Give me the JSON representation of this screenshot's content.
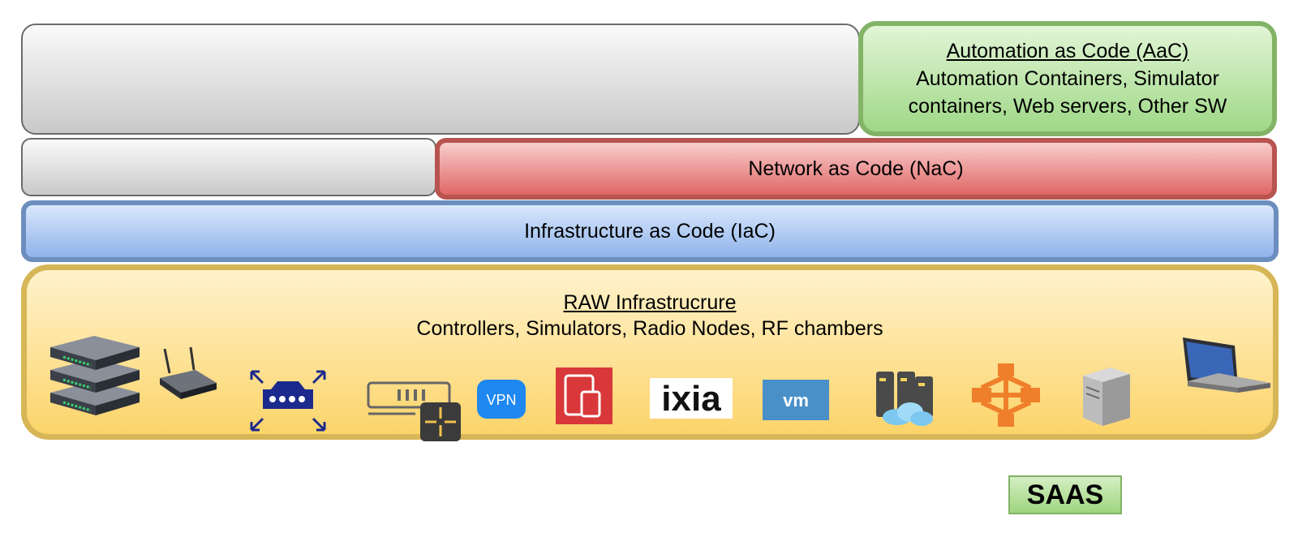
{
  "layers": {
    "aac": {
      "title": "Automation as Code (AaC)",
      "line1": "Automation Containers, Simulator",
      "line2": "containers, Web servers, Other SW"
    },
    "nac": {
      "title": "Network as Code (NaC)"
    },
    "iac": {
      "title": "Infrastructure as Code (IaC)"
    },
    "raw": {
      "title": "RAW Infrastrucrure",
      "subtitle": "Controllers, Simulators, Radio Nodes, RF chambers"
    }
  },
  "icons": {
    "vpn_label": "VPN",
    "ixia_label": "ixia",
    "vm_label": "vm"
  },
  "saas": {
    "label": "SAAS"
  },
  "colors": {
    "aac_border": "#82b366",
    "nac_border": "#b85450",
    "iac_border": "#6c8ebf",
    "raw_border": "#d6b656"
  }
}
